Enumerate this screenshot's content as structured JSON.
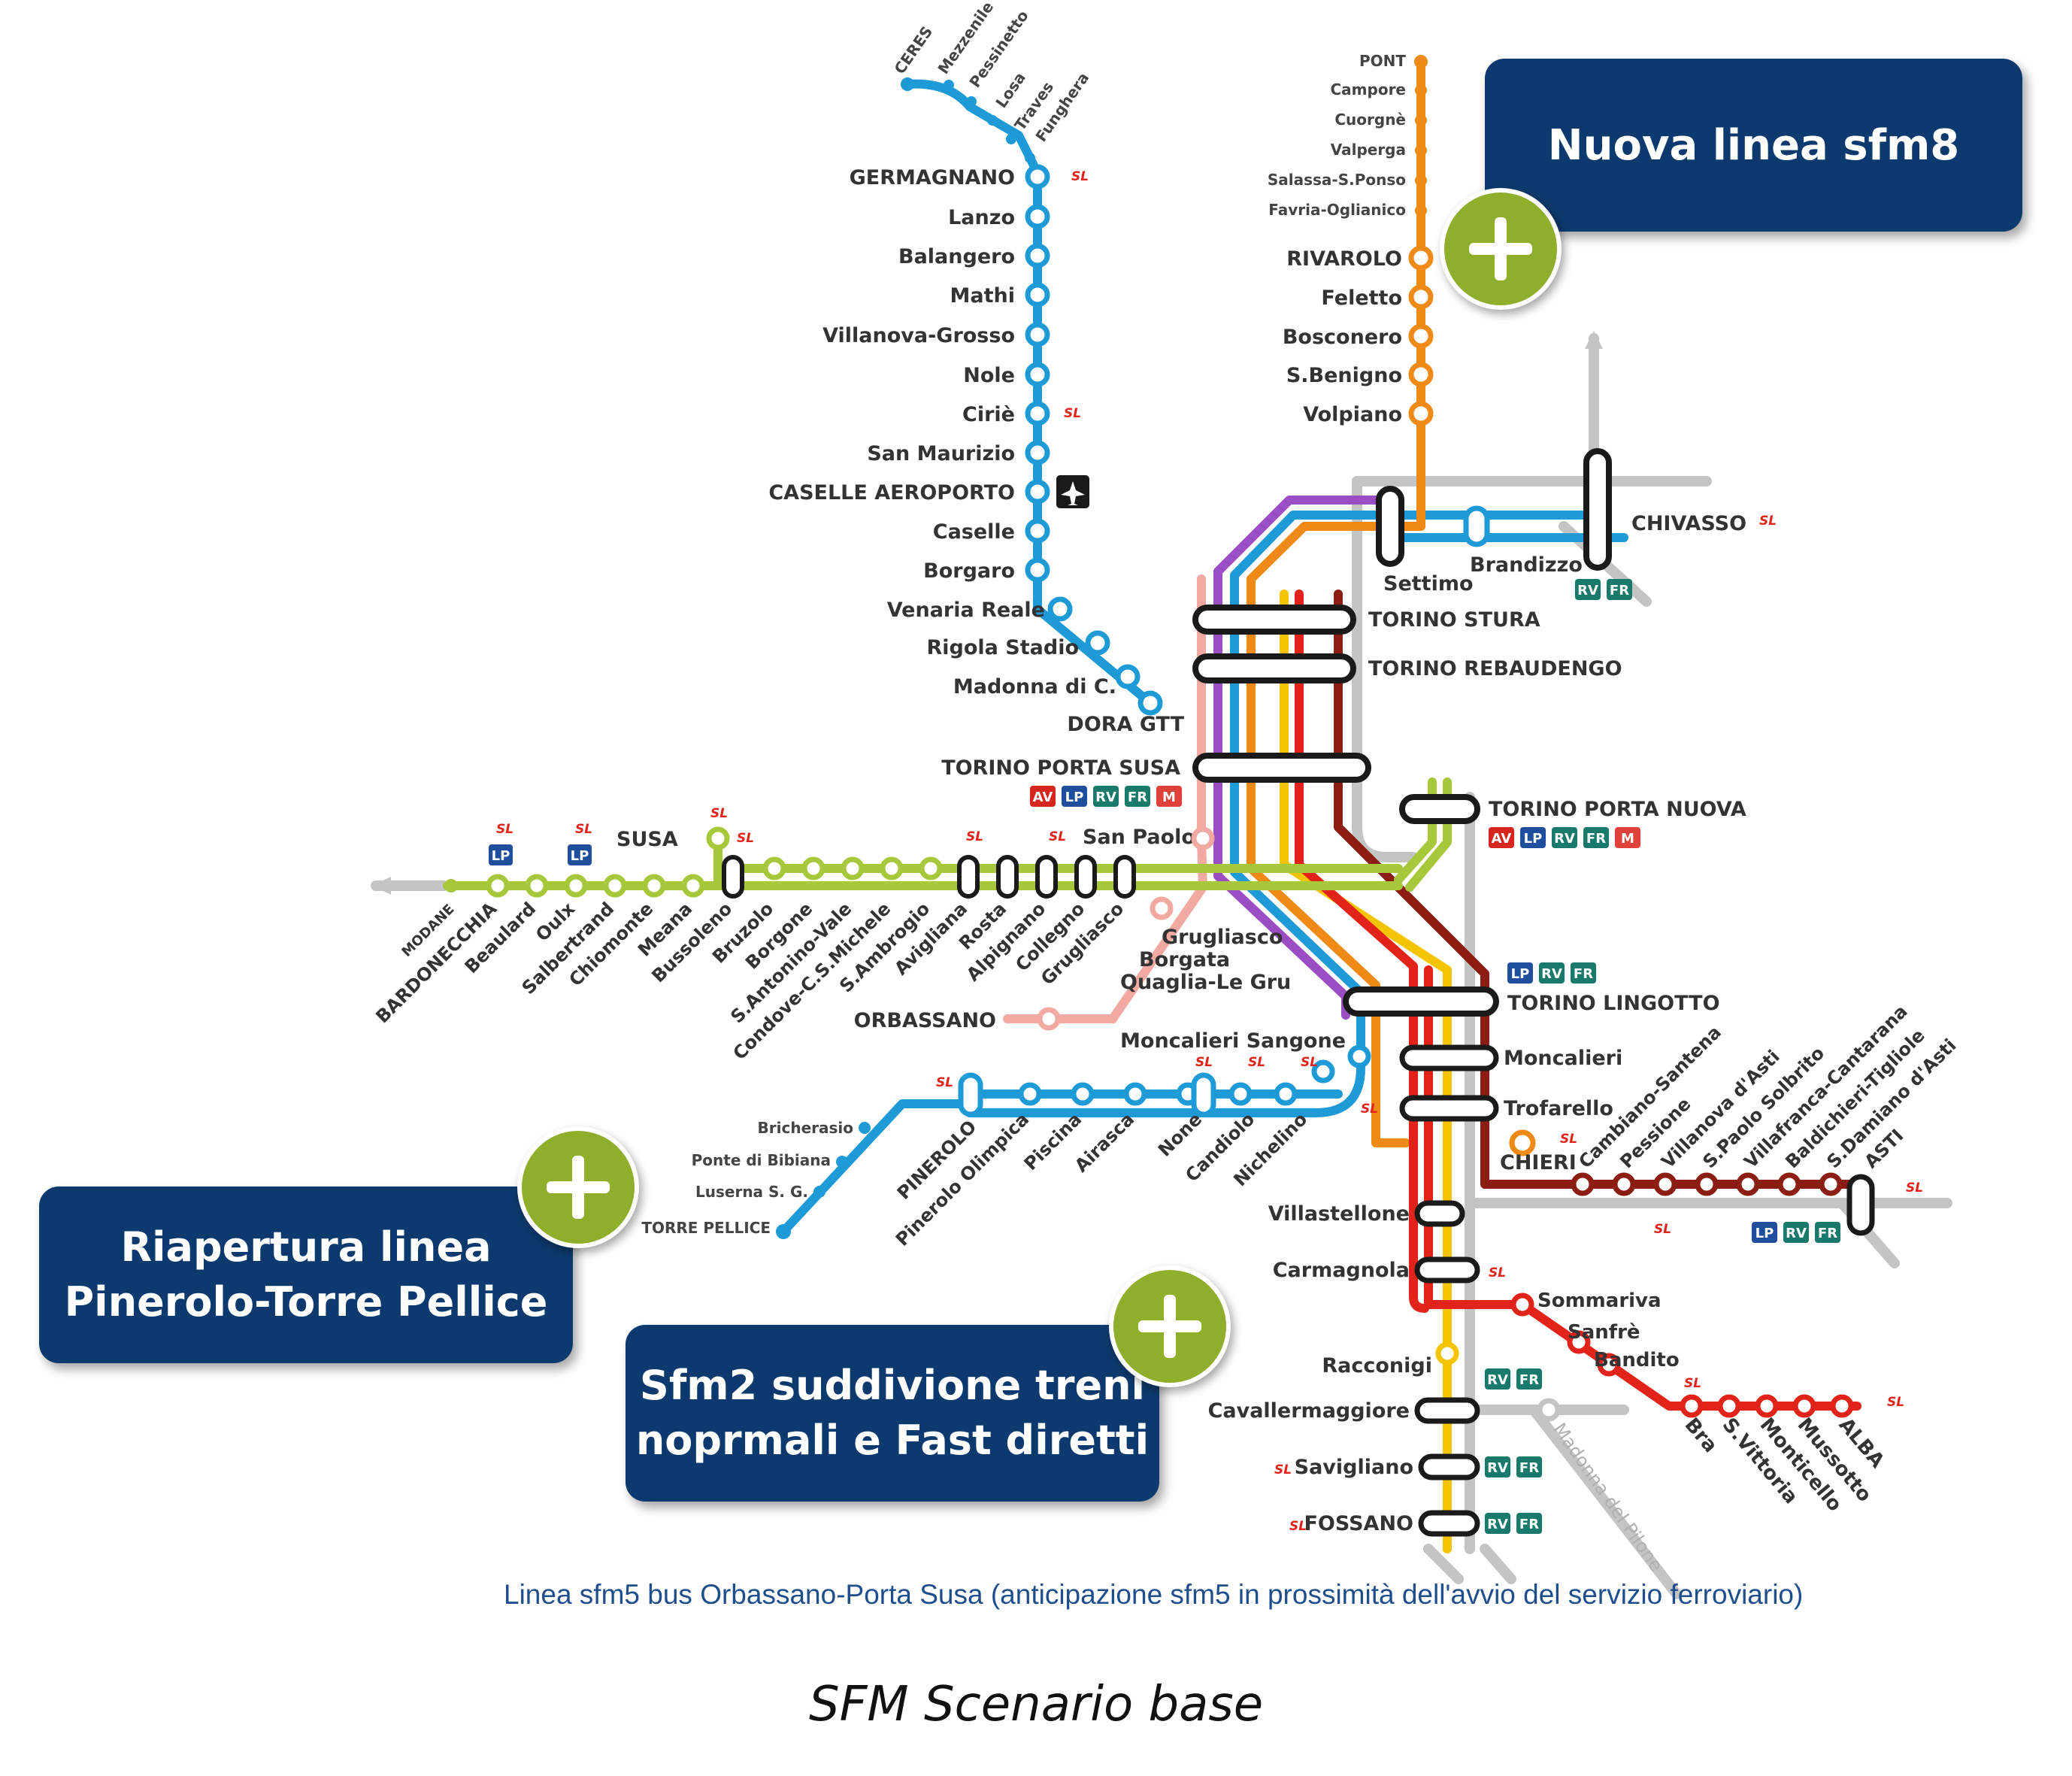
{
  "colors": {
    "sfm1_gray": "#b9b9b9",
    "sfm_blue": "#1e9ad6",
    "sfm_orange": "#ef8a17",
    "sfm_yellow": "#f5c400",
    "sfm_red": "#e2231a",
    "sfm_darkred": "#8b1d13",
    "sfm_green": "#a6c83a",
    "sfm_purple": "#9b4dc4",
    "sfm_pink": "#f2a9a2",
    "callout_bg": "#0d3a6e",
    "plus_green": "#8fae2c"
  },
  "callouts": {
    "sfm8": "Nuova linea sfm8",
    "pellice_line1": "Riapertura linea",
    "pellice_line2": "Pinerolo-Torre Pellice",
    "sfm2_line1": "Sfm2 suddivione treni",
    "sfm2_line2": "noprmali e Fast diretti"
  },
  "note": "Linea sfm5 bus Orbassano-Porta Susa (anticipazione sfm5 in prossimità dell'avvio del servizio ferroviario)",
  "caption": "SFM Scenario base",
  "badges": {
    "sl": "SL",
    "av": "AV",
    "lp": "LP",
    "rv": "RV",
    "fr": "FR",
    "m": "M"
  },
  "stations": {
    "lanzo_line": [
      "GERMAGNANO",
      "Lanzo",
      "Balangero",
      "Mathi",
      "Villanova-Grosso",
      "Nole",
      "Ciriè",
      "San Maurizio",
      "CASELLE AEROPORTO",
      "Caselle",
      "Borgaro",
      "Venaria Reale",
      "Rigola Stadio",
      "Madonna di C.",
      "DORA GTT"
    ],
    "ceres_branch": [
      "CERES",
      "Mezzenile",
      "Pessinetto",
      "Losa",
      "Traves",
      "Funghera"
    ],
    "sfm8_line": [
      "PONT",
      "Campore",
      "Cuorgnè",
      "Valperga",
      "Salassa-S.Ponso",
      "Favria-Oglianico",
      "RIVAROLO",
      "Feletto",
      "Bosconero",
      "S.Benigno",
      "Volpiano"
    ],
    "north_east": [
      "Settimo",
      "Brandizzo",
      "CHIVASSO"
    ],
    "turin_hubs": [
      "TORINO STURA",
      "TORINO REBAUDENGO",
      "TORINO PORTA SUSA",
      "TORINO PORTA NUOVA",
      "TORINO LINGOTTO"
    ],
    "susa_line": [
      "MODANE",
      "BARDONECCHIA",
      "Beaulard",
      "Oulx",
      "Salbertrand",
      "Chiomonte",
      "Meana",
      "Bussoleno",
      "Bruzolo",
      "Borgone",
      "S.Antonino-Vale",
      "Condove-C.S.Michele",
      "S.Ambrogio",
      "Avigliana",
      "Rosta",
      "Alpignano",
      "Collegno",
      "Grugliasco"
    ],
    "susa_top": [
      "SUSA",
      "San Paolo"
    ],
    "orbassano": [
      "Grugliasco",
      "Borgata",
      "Quaglia-Le Gru",
      "ORBASSANO"
    ],
    "pinerolo_line": [
      "Moncalieri Sangone",
      "PINEROLO",
      "Pinerolo Olimpica",
      "Piscina",
      "Airasca",
      "None",
      "Candiolo",
      "Nichelino"
    ],
    "pellice_line": [
      "Bricherasio",
      "Ponte di Bibiana",
      "Luserna S. G.",
      "TORRE PELLICE"
    ],
    "south": [
      "Moncalieri",
      "Trofarello",
      "CHIERI",
      "Villastellone",
      "Carmagnola",
      "Racconigi",
      "Cavallermaggiore",
      "Savigliano",
      "FOSSANO"
    ],
    "asti_line": [
      "Cambiano-Santena",
      "Pessione",
      "Villanova d'Asti",
      "S.Paolo Solbrito",
      "Villafranca-Cantarana",
      "Baldichieri-Tigliole",
      "S.Damiano d'Asti",
      "ASTI"
    ],
    "alba_line": [
      "Sommariva",
      "Sanfrè",
      "Bandito",
      "Bra",
      "S.Vittoria",
      "Monticello",
      "Mussotto",
      "ALBA"
    ],
    "misc": [
      "Madonna del Pilone"
    ]
  }
}
